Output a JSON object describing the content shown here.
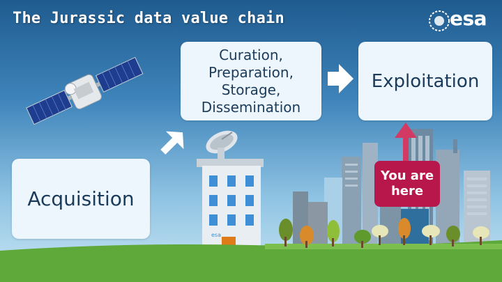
{
  "slide": {
    "title": "The Jurassic data value chain",
    "logo_text": "esa",
    "building_logo_text": "esa"
  },
  "boxes": {
    "curation_lines": [
      "Curation,",
      "Preparation,",
      "Storage,",
      "Dissemination"
    ],
    "exploitation": "Exploitation",
    "acquisition": "Acquisition"
  },
  "marker": {
    "lines": [
      "You are",
      "here"
    ]
  },
  "icons": [
    "satellite-icon",
    "dish-antenna-icon",
    "arrow-up-right-icon",
    "arrow-right-icon",
    "arrow-up-icon",
    "esa-logo-icon"
  ],
  "colors": {
    "sky_top": "#1f5b8f",
    "box_bg": "#eef6fd",
    "marker": "#b8174b",
    "arrow": "#ffffff",
    "grass": "#5fa83a"
  }
}
